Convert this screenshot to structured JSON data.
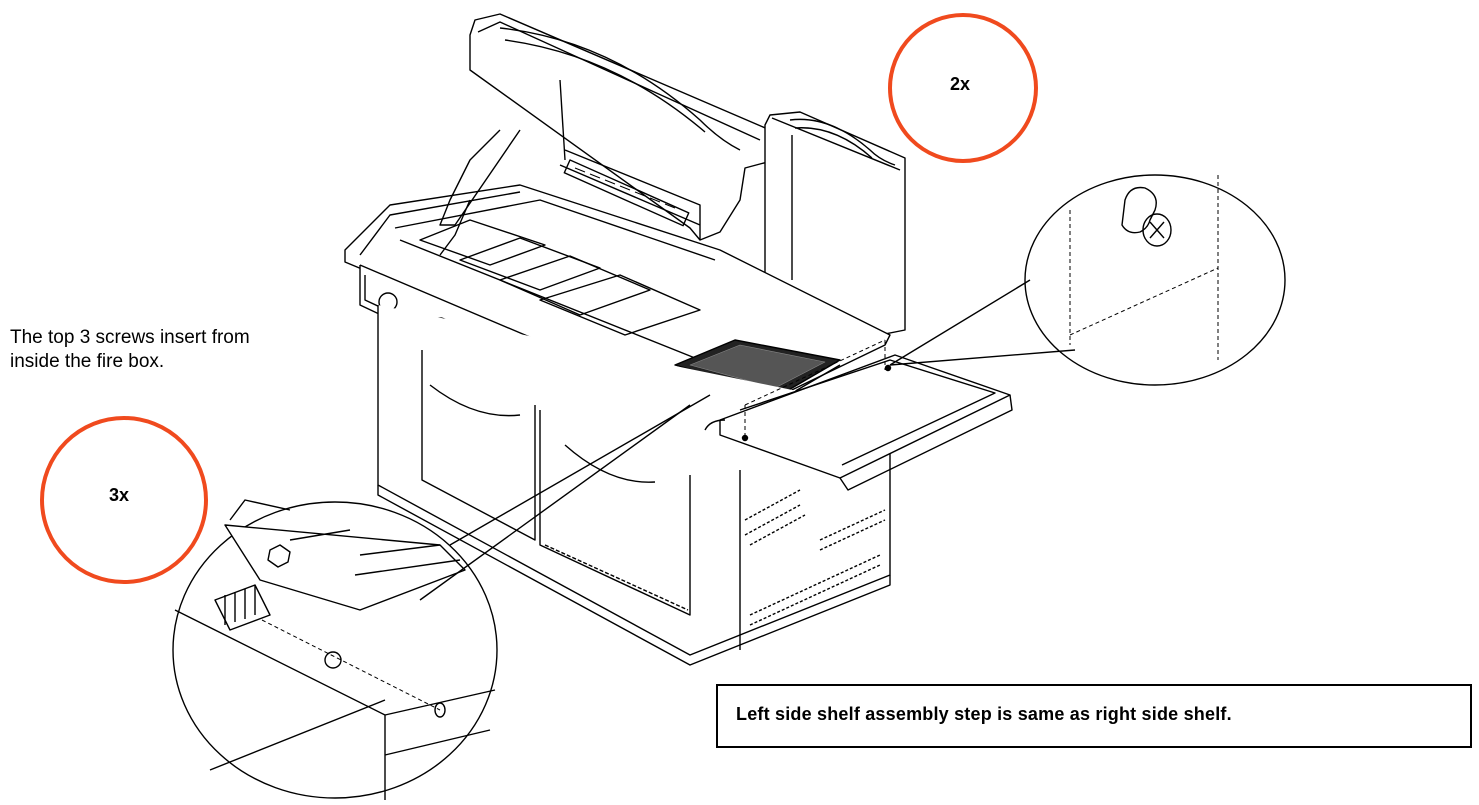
{
  "notes": {
    "screws_line1": "The top 3 screws insert from",
    "screws_line2": "inside the fire box.",
    "shelf": "Left side shelf assembly step is same as right side shelf."
  },
  "badges": {
    "top_right": "2x",
    "left": "3x"
  },
  "colors": {
    "badge_ring": "#f04a1e",
    "line": "#000000",
    "background": "#ffffff"
  }
}
